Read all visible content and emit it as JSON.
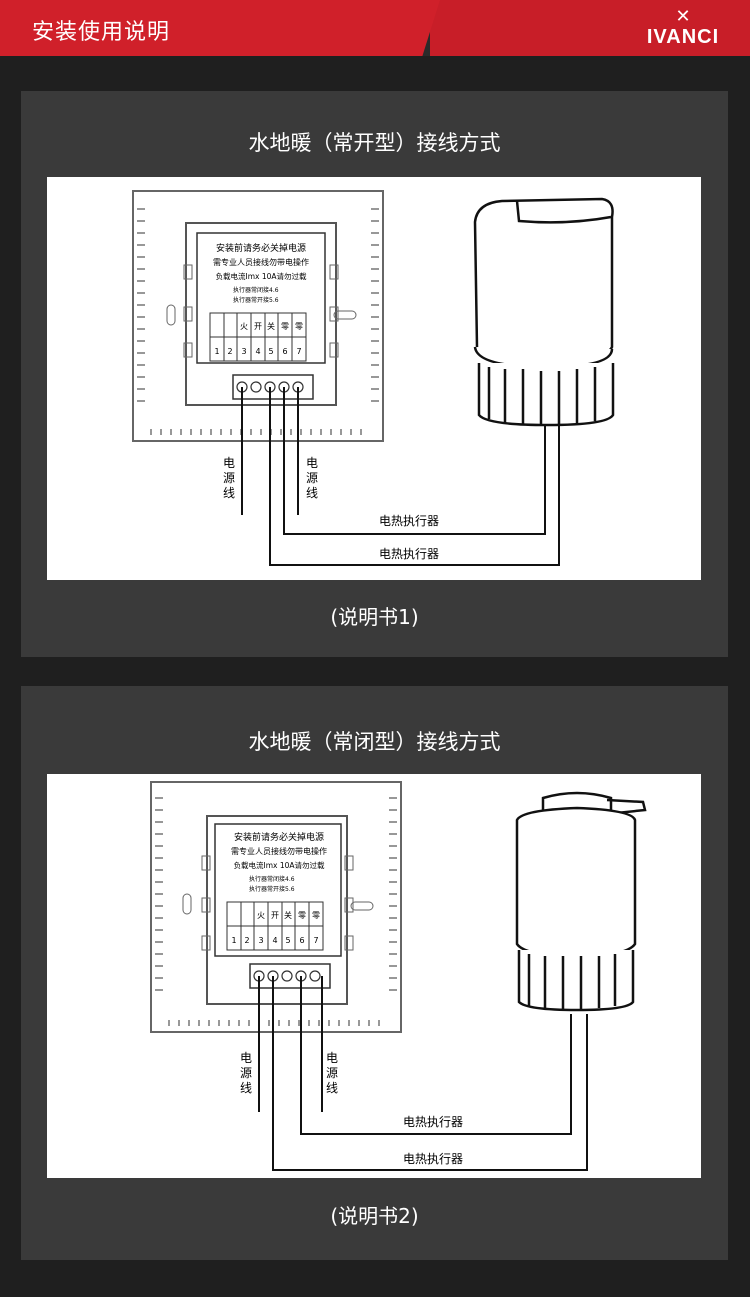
{
  "header": {
    "title": "安装使用说明",
    "brand": "IVANCI",
    "brand_mark": "✕"
  },
  "sections": [
    {
      "title": "水地暖（常开型）接线方式",
      "caption": "(说明书1)",
      "panel_text": [
        "安装前请务必关掉电源",
        "需专业人员接线勿带电操作",
        "负载电流Imx 10A请勿过载",
        "执行器常闭接4.6",
        "执行器常开接5.6"
      ],
      "terminal_labels": [
        "火",
        "开",
        "关",
        "零",
        "零"
      ],
      "terminal_numbers": [
        "1",
        "2",
        "3",
        "4",
        "5",
        "6",
        "7"
      ],
      "power_label": [
        "电",
        "源",
        "线"
      ],
      "actuator_label": "电热执行器"
    },
    {
      "title": "水地暖（常闭型）接线方式",
      "caption": "(说明书2)",
      "panel_text": [
        "安装前请务必关掉电源",
        "需专业人员接线勿带电操作",
        "负载电流Imx 10A请勿过载",
        "执行器常闭接4.6",
        "执行器常开接5.6"
      ],
      "terminal_labels": [
        "火",
        "开",
        "关",
        "零",
        "零"
      ],
      "terminal_numbers": [
        "1",
        "2",
        "3",
        "4",
        "5",
        "6",
        "7"
      ],
      "power_label": [
        "电",
        "源",
        "线"
      ],
      "actuator_label": "电热执行器"
    }
  ]
}
